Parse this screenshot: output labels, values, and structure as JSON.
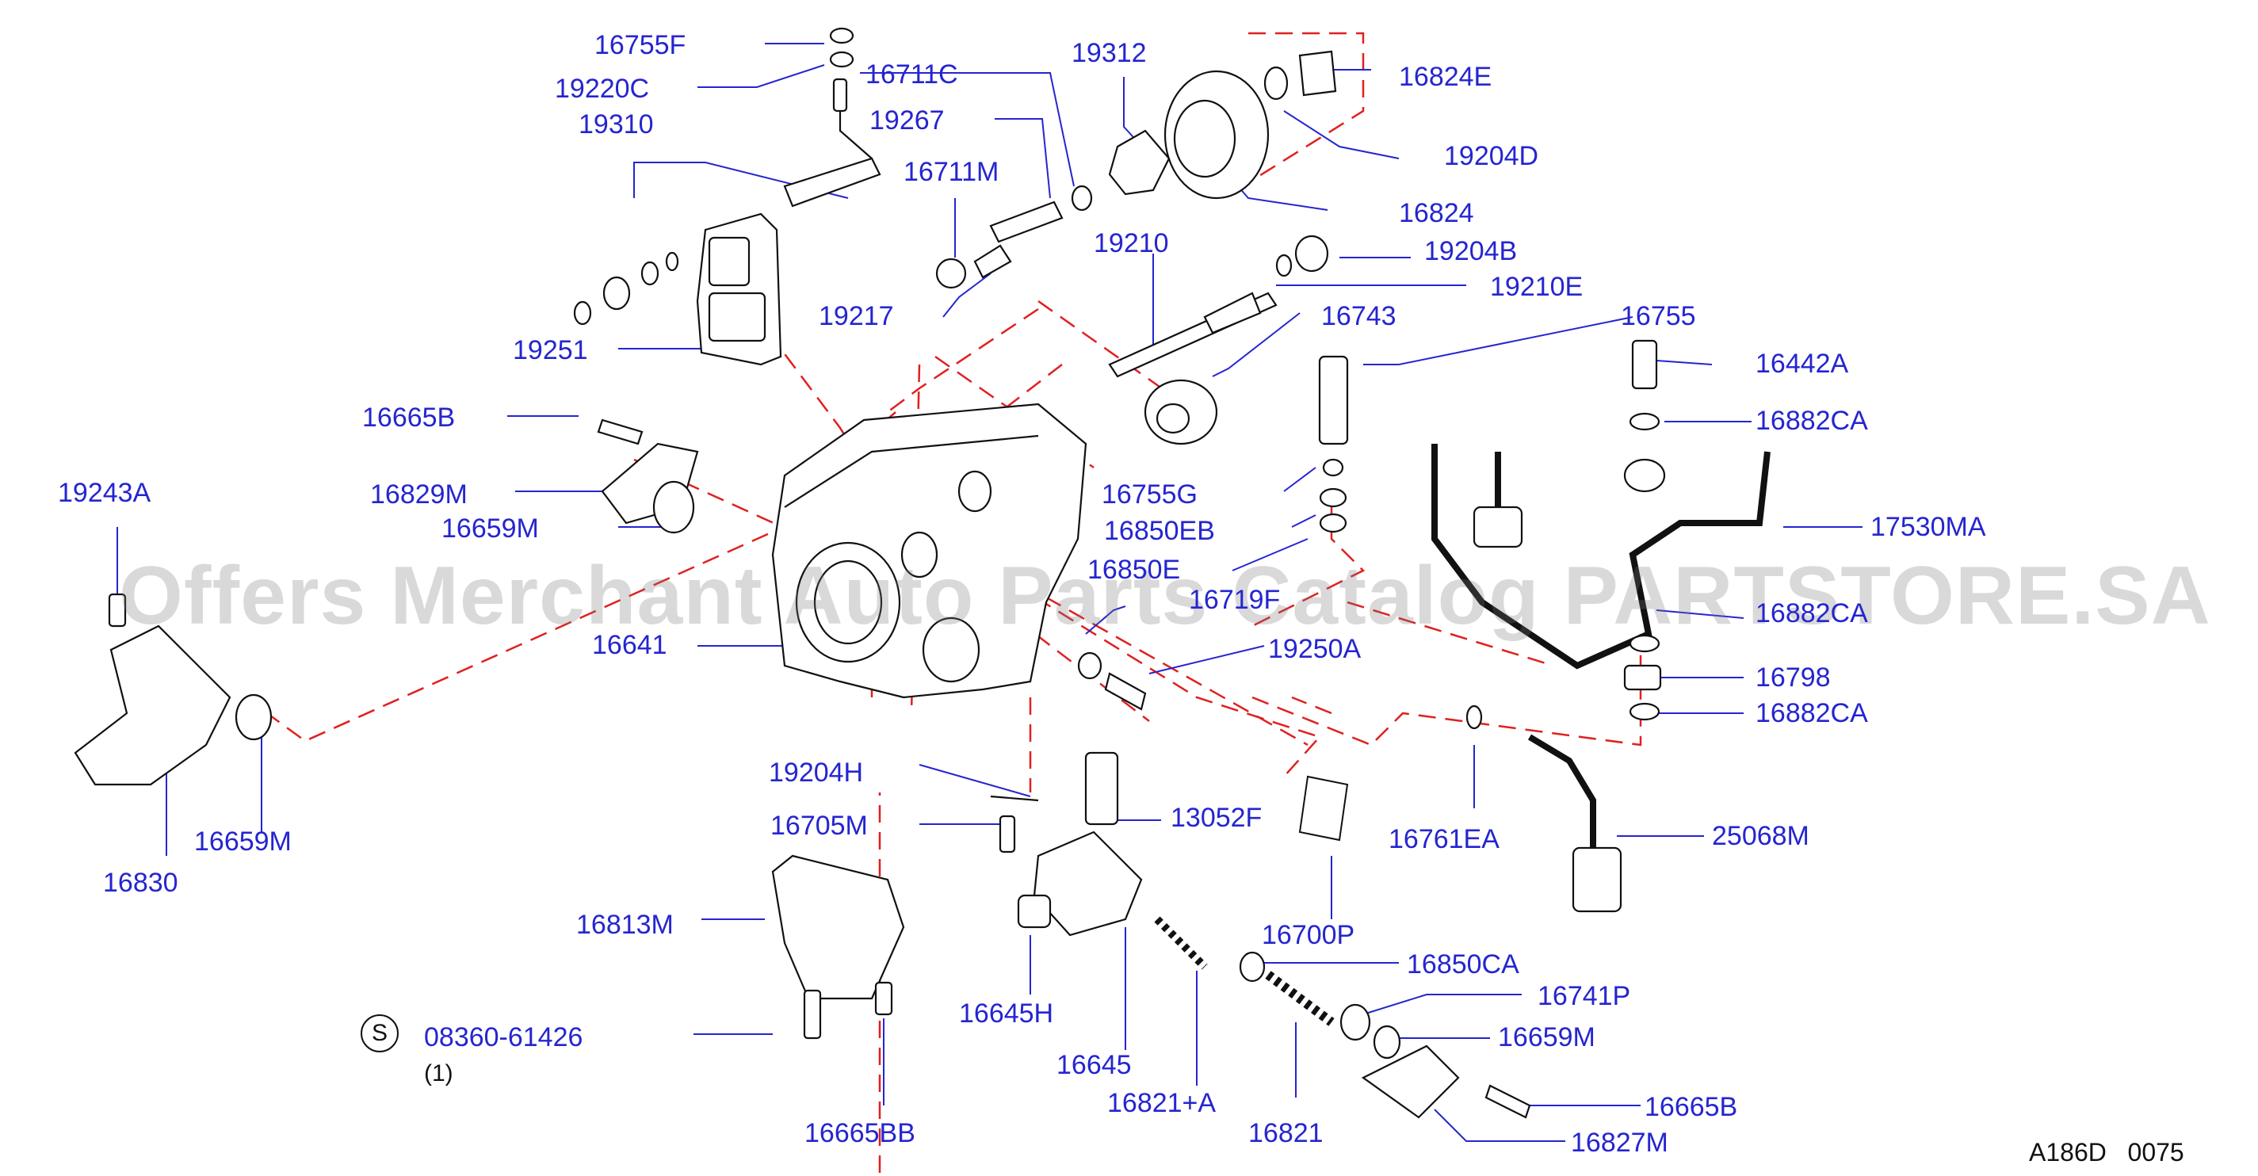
{
  "watermark": "Offers Merchant Auto Parts Catalog PARTSTORE.SA",
  "diagram_code": "A186D   0075",
  "service_symbol": "S",
  "quantity_note": "(1)",
  "colors": {
    "label": "#2525d0",
    "leader": "#2525d0",
    "dashed": "#e02020",
    "part": "#111111"
  },
  "labels": [
    "16755F",
    "19220C",
    "16711C",
    "19312",
    "16824E",
    "19310",
    "19267",
    "19204D",
    "16711M",
    "16824",
    "19210",
    "19204B",
    "19210E",
    "19217",
    "16743",
    "16755",
    "19251",
    "16442A",
    "16665B",
    "16882CA",
    "16829M",
    "16755G",
    "19243A",
    "16659M",
    "16850EB",
    "17530MA",
    "16850E",
    "16719F",
    "16882CA",
    "16641",
    "19250A",
    "16798",
    "16882CA",
    "19204H",
    "13052F",
    "16761EA",
    "25068M",
    "16705M",
    "16659M",
    "16830",
    "16813M",
    "16700P",
    "16850CA",
    "16741P",
    "16645H",
    "08360-61426",
    "16659M",
    "16645",
    "16821+A",
    "16665B",
    "16665BB",
    "16821",
    "16827M"
  ]
}
